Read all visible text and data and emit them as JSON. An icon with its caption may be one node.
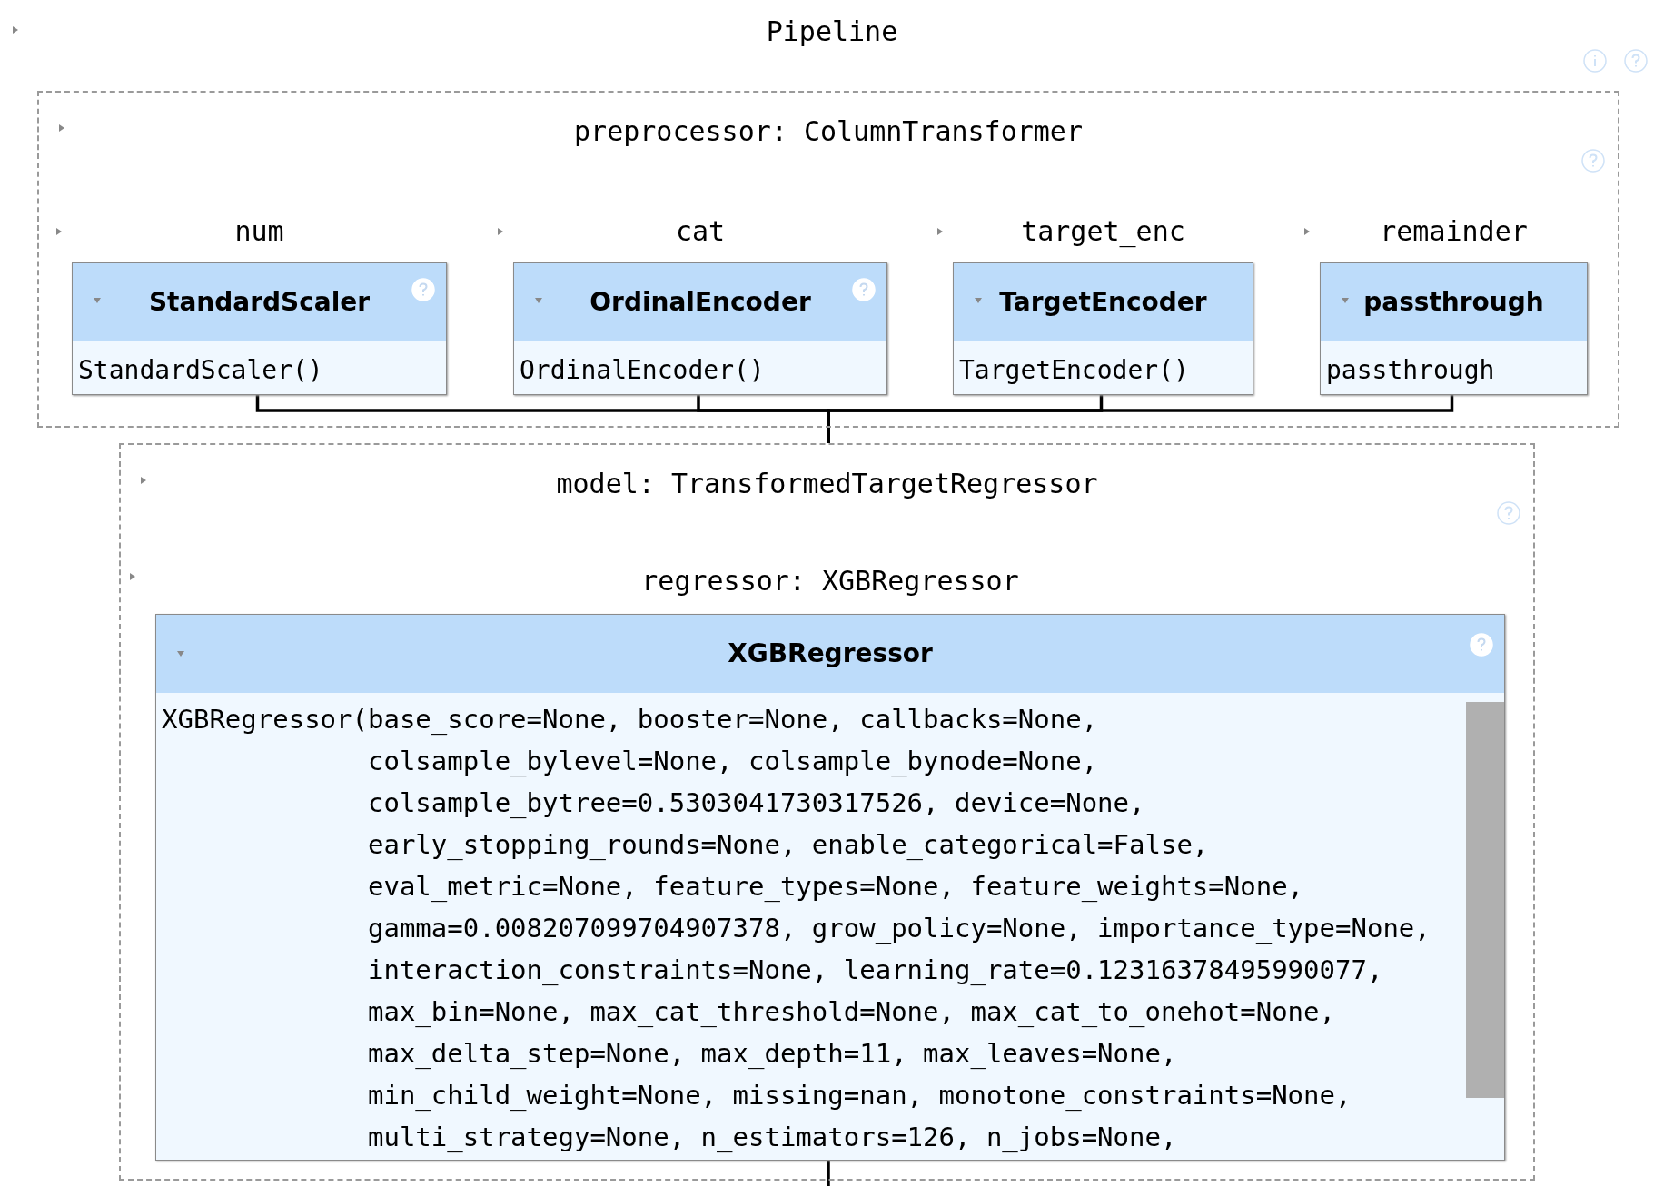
{
  "diagram": {
    "title": "Pipeline",
    "nodes": [
      {
        "text": [
          "preprocessor: ColumnTransformer"
        ]
      },
      {
        "text": [
          "num",
          "StandardScaler",
          "StandardScaler()"
        ],
        "in": 0
      },
      {
        "text": [
          "cat",
          "OrdinalEncoder",
          "OrdinalEncoder()"
        ],
        "in": 0
      },
      {
        "text": [
          "target_enc",
          "TargetEncoder",
          "TargetEncoder()"
        ],
        "in": 0
      },
      {
        "text": [
          "remainder",
          "passthrough",
          "passthrough"
        ],
        "in": 0
      },
      {
        "text": [
          "model: TransformedTargetRegressor"
        ]
      },
      {
        "text": [
          "regressor: XGBRegressor",
          "XGBRegressor",
          "XGBRegressor(base_score=None, booster=None, callbacks=None, colsample_bylevel=None, colsample_bynode=None, colsample_bytree=0.5303041730317526, device=None, early_stopping_rounds=None, enable_categorical=False, eval_metric=None, feature_types=None, feature_weights=None, gamma=0.008207099704907378, grow_policy=None, importance_type=None, interaction_constraints=None, learning_rate=0.12316378495990077, max_bin=None, max_cat_threshold=None, max_cat_to_onehot=None, max_delta_step=None, max_depth=11, max_leaves=None, min_child_weight=None, missing=nan, monotone_constraints=None, multi_strategy=None, n_estimators=126, n_jobs=None,"
        ],
        "in": 5
      }
    ],
    "edges": [
      {
        "from": 1,
        "to": 5,
        "arrow": "none"
      },
      {
        "from": 2,
        "to": 5,
        "arrow": "none"
      },
      {
        "from": 3,
        "to": 5,
        "arrow": "none"
      },
      {
        "from": 4,
        "to": 5,
        "arrow": "none"
      },
      {
        "from": 6,
        "to": null,
        "arrow": "none"
      }
    ]
  }
}
